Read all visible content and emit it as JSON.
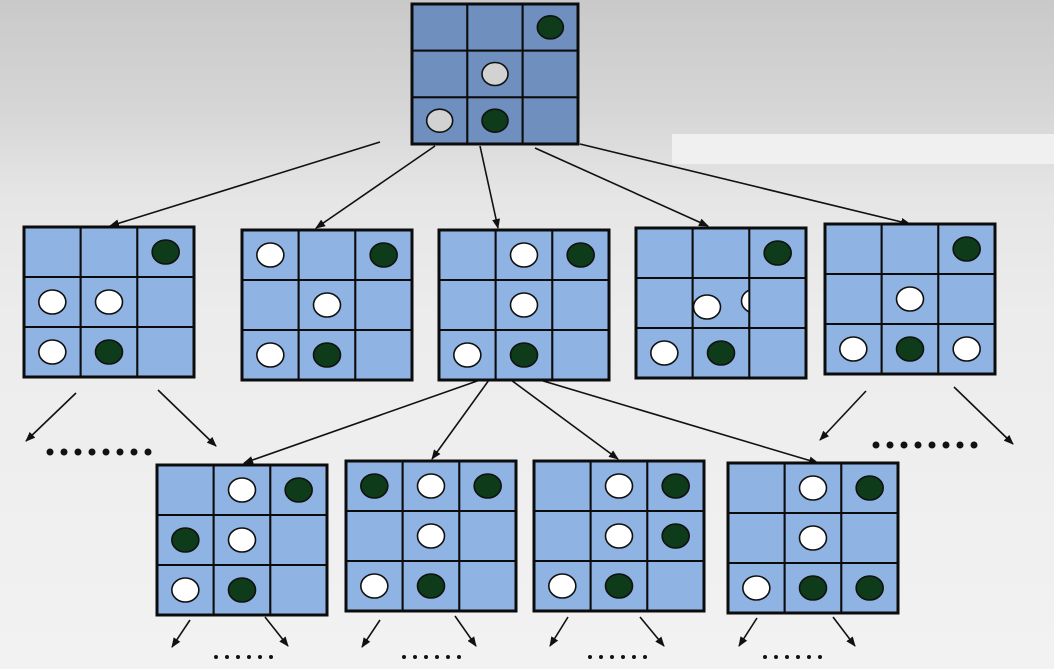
{
  "colors": {
    "root_cell": "#6f8fbf",
    "child_cell": "#8fb4e3",
    "dark_piece": "#0e3b19",
    "light_piece": "#ffffff",
    "grey_piece": "#d2d2d2",
    "line": "#111111"
  },
  "boards": [
    {
      "id": "root",
      "level": 0,
      "cells": [
        "",
        "",
        "D",
        "",
        "G",
        "",
        "G",
        "D",
        ""
      ]
    },
    {
      "id": "l1-a",
      "level": 1,
      "cells": [
        "",
        "",
        "D",
        "W",
        "W",
        "",
        "W",
        "D",
        ""
      ]
    },
    {
      "id": "l1-b",
      "level": 1,
      "cells": [
        "W",
        "",
        "D",
        "",
        "W",
        "",
        "W",
        "D",
        ""
      ]
    },
    {
      "id": "l1-c",
      "level": 1,
      "cells": [
        "",
        "W",
        "D",
        "",
        "W",
        "",
        "W",
        "D",
        ""
      ]
    },
    {
      "id": "l1-d",
      "level": 1,
      "cells": [
        "",
        "",
        "D",
        "",
        "WW",
        "",
        "W",
        "D",
        ""
      ]
    },
    {
      "id": "l1-e",
      "level": 1,
      "cells": [
        "",
        "",
        "D",
        "",
        "W",
        "",
        "W",
        "D",
        "W"
      ]
    },
    {
      "id": "l2-a",
      "level": 2,
      "cells": [
        "",
        "W",
        "D",
        "D",
        "W",
        "",
        "W",
        "D",
        ""
      ]
    },
    {
      "id": "l2-b",
      "level": 2,
      "cells": [
        "D",
        "W",
        "D",
        "",
        "W",
        "",
        "W",
        "D",
        ""
      ]
    },
    {
      "id": "l2-c",
      "level": 2,
      "cells": [
        "",
        "W",
        "D",
        "",
        "W",
        "D",
        "W",
        "D",
        ""
      ]
    },
    {
      "id": "l2-d",
      "level": 2,
      "cells": [
        "",
        "W",
        "D",
        "",
        "W",
        "",
        "W",
        "D",
        "D"
      ]
    }
  ],
  "edges": [
    [
      "root",
      "l1-a"
    ],
    [
      "root",
      "l1-b"
    ],
    [
      "root",
      "l1-c"
    ],
    [
      "root",
      "l1-d"
    ],
    [
      "root",
      "l1-e"
    ],
    [
      "l1-c",
      "l2-a"
    ],
    [
      "l1-c",
      "l2-b"
    ],
    [
      "l1-c",
      "l2-c"
    ],
    [
      "l1-c",
      "l2-d"
    ]
  ]
}
